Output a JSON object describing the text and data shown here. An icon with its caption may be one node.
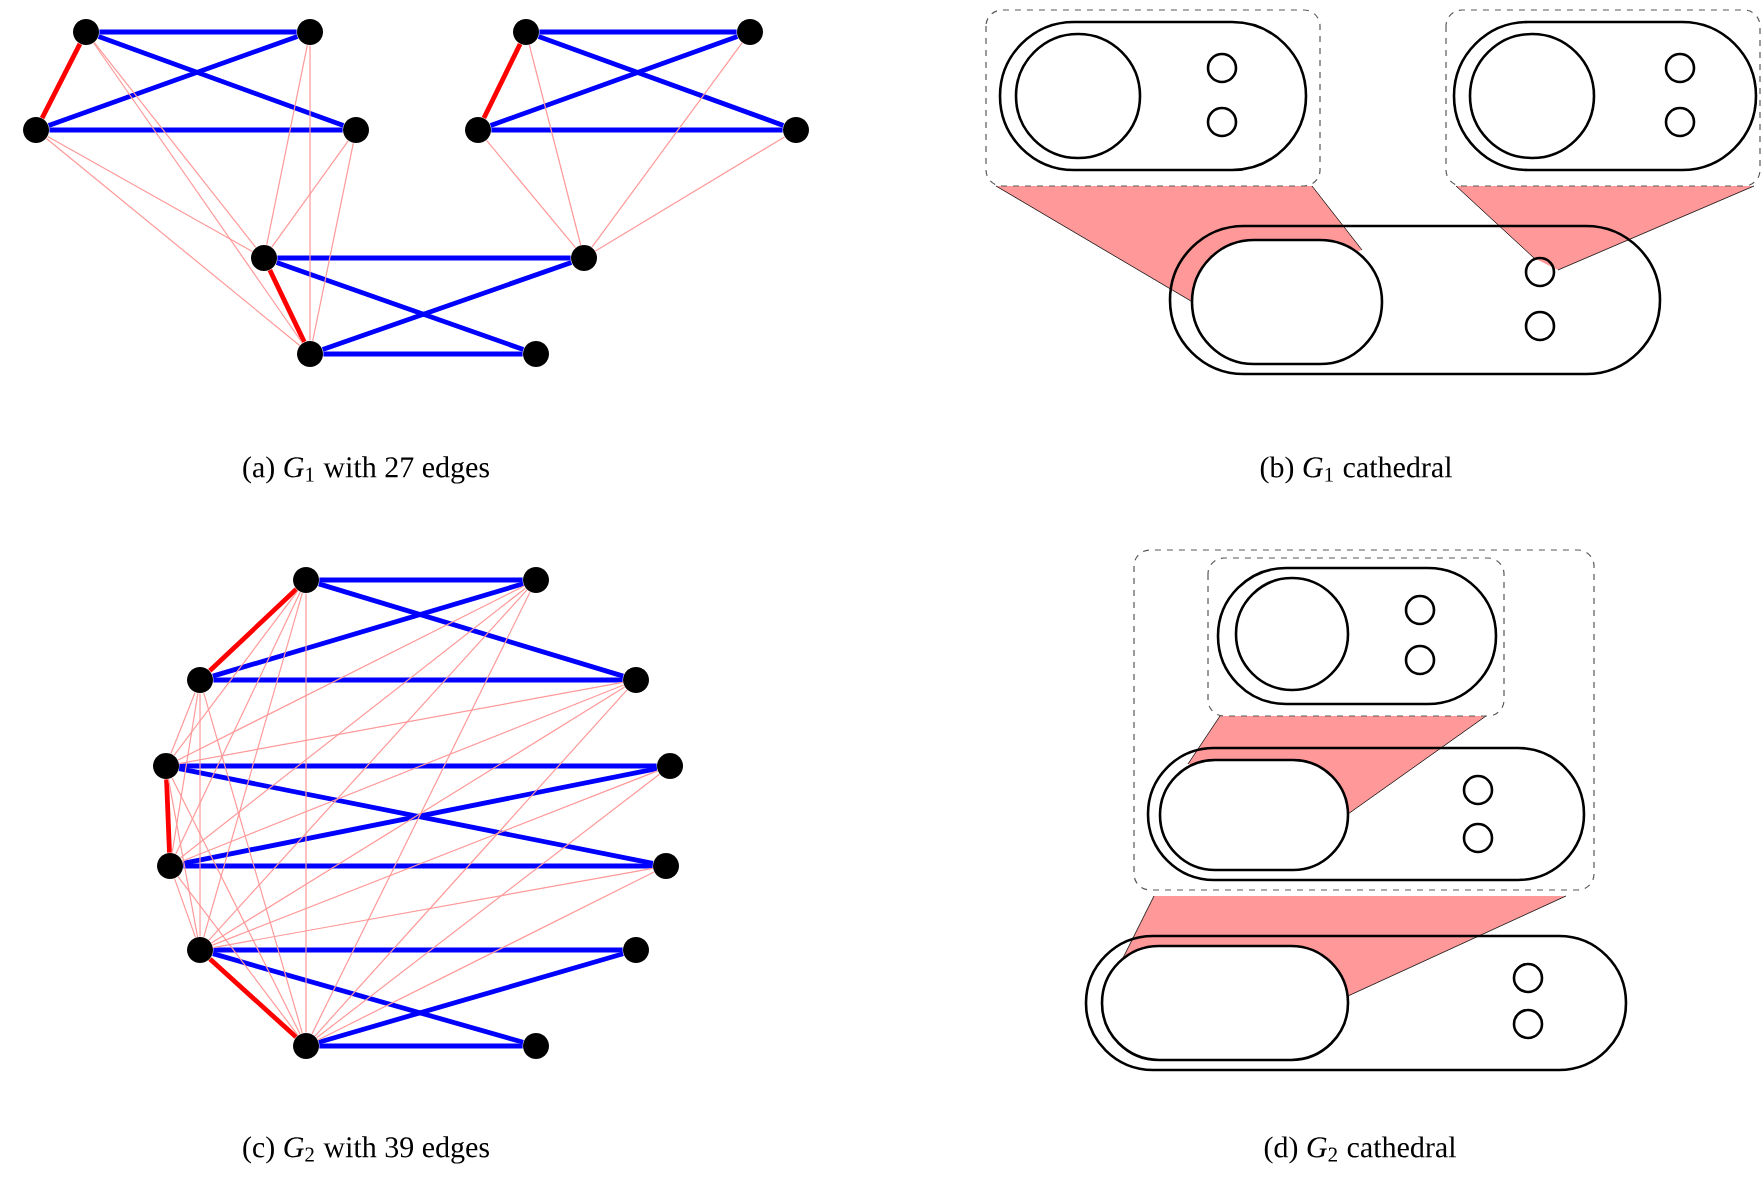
{
  "diagram": {
    "nodes": [
      {
        "text": [],
        "shape": "circle"
      },
      {
        "text": [],
        "shape": "circle"
      },
      {
        "text": [],
        "shape": "circle"
      },
      {
        "text": [],
        "shape": "circle"
      },
      {
        "text": [],
        "shape": "circle"
      },
      {
        "text": [],
        "shape": "circle"
      },
      {
        "text": [],
        "shape": "circle"
      },
      {
        "text": [],
        "shape": "circle"
      },
      {
        "text": [],
        "shape": "circle"
      },
      {
        "text": [],
        "shape": "circle"
      },
      {
        "text": [],
        "shape": "circle"
      },
      {
        "text": [],
        "shape": "circle"
      },
      {
        "text": [],
        "shape": "circle"
      },
      {
        "text": [],
        "shape": "circle"
      },
      {
        "text": [],
        "shape": "circle"
      },
      {
        "text": [],
        "shape": "circle"
      },
      {
        "text": [],
        "shape": "circle"
      },
      {
        "text": [],
        "shape": "circle"
      },
      {
        "text": [],
        "shape": "circle"
      },
      {
        "text": [],
        "shape": "circle"
      },
      {
        "text": [],
        "shape": "circle"
      },
      {
        "text": [],
        "shape": "circle"
      },
      {
        "text": [],
        "shape": "circle"
      },
      {
        "text": [],
        "shape": "circle"
      }
    ],
    "edges": [
      {
        "from": 0,
        "to": 1,
        "arrow": "none",
        "style": "thick",
        "color": "#0000ff"
      },
      {
        "from": 0,
        "to": 3,
        "arrow": "none",
        "style": "thick",
        "color": "#0000ff"
      },
      {
        "from": 2,
        "to": 1,
        "arrow": "none",
        "style": "thick",
        "color": "#0000ff"
      },
      {
        "from": 2,
        "to": 3,
        "arrow": "none",
        "style": "thick",
        "color": "#0000ff"
      },
      {
        "from": 0,
        "to": 2,
        "arrow": "none",
        "style": "thick",
        "color": "#ff0000"
      },
      {
        "from": 4,
        "to": 5,
        "arrow": "none",
        "style": "thick",
        "color": "#0000ff"
      },
      {
        "from": 4,
        "to": 7,
        "arrow": "none",
        "style": "thick",
        "color": "#0000ff"
      },
      {
        "from": 6,
        "to": 5,
        "arrow": "none",
        "style": "thick",
        "color": "#0000ff"
      },
      {
        "from": 6,
        "to": 7,
        "arrow": "none",
        "style": "thick",
        "color": "#0000ff"
      },
      {
        "from": 4,
        "to": 6,
        "arrow": "none",
        "style": "thick",
        "color": "#ff0000"
      },
      {
        "from": 8,
        "to": 9,
        "arrow": "none",
        "style": "thick",
        "color": "#0000ff"
      },
      {
        "from": 8,
        "to": 11,
        "arrow": "none",
        "style": "thick",
        "color": "#0000ff"
      },
      {
        "from": 10,
        "to": 9,
        "arrow": "none",
        "style": "thick",
        "color": "#0000ff"
      },
      {
        "from": 10,
        "to": 11,
        "arrow": "none",
        "style": "thick",
        "color": "#0000ff"
      },
      {
        "from": 8,
        "to": 10,
        "arrow": "none",
        "style": "thick",
        "color": "#ff0000"
      },
      {
        "from": 0,
        "to": 8,
        "arrow": "none"
      },
      {
        "from": 0,
        "to": 10,
        "arrow": "none"
      },
      {
        "from": 1,
        "to": 8,
        "arrow": "none"
      },
      {
        "from": 1,
        "to": 10,
        "arrow": "none"
      },
      {
        "from": 2,
        "to": 8,
        "arrow": "none"
      },
      {
        "from": 2,
        "to": 10,
        "arrow": "none"
      },
      {
        "from": 3,
        "to": 8,
        "arrow": "none"
      },
      {
        "from": 3,
        "to": 10,
        "arrow": "none"
      },
      {
        "from": 4,
        "to": 9,
        "arrow": "none"
      },
      {
        "from": 5,
        "to": 9,
        "arrow": "none"
      },
      {
        "from": 6,
        "to": 9,
        "arrow": "none"
      },
      {
        "from": 7,
        "to": 9,
        "arrow": "none"
      },
      {
        "from": 12,
        "to": 13,
        "arrow": "none",
        "style": "thick",
        "color": "#0000ff"
      },
      {
        "from": 12,
        "to": 15,
        "arrow": "none",
        "style": "thick",
        "color": "#0000ff"
      },
      {
        "from": 14,
        "to": 13,
        "arrow": "none",
        "style": "thick",
        "color": "#0000ff"
      },
      {
        "from": 14,
        "to": 15,
        "arrow": "none",
        "style": "thick",
        "color": "#0000ff"
      },
      {
        "from": 12,
        "to": 14,
        "arrow": "none",
        "style": "thick",
        "color": "#ff0000"
      },
      {
        "from": 16,
        "to": 17,
        "arrow": "none",
        "style": "thick",
        "color": "#0000ff"
      },
      {
        "from": 16,
        "to": 19,
        "arrow": "none",
        "style": "thick",
        "color": "#0000ff"
      },
      {
        "from": 18,
        "to": 17,
        "arrow": "none",
        "style": "thick",
        "color": "#0000ff"
      },
      {
        "from": 18,
        "to": 19,
        "arrow": "none",
        "style": "thick",
        "color": "#0000ff"
      },
      {
        "from": 16,
        "to": 18,
        "arrow": "none",
        "style": "thick",
        "color": "#ff0000"
      },
      {
        "from": 20,
        "to": 21,
        "arrow": "none",
        "style": "thick",
        "color": "#0000ff"
      },
      {
        "from": 20,
        "to": 23,
        "arrow": "none",
        "style": "thick",
        "color": "#0000ff"
      },
      {
        "from": 22,
        "to": 21,
        "arrow": "none",
        "style": "thick",
        "color": "#0000ff"
      },
      {
        "from": 22,
        "to": 23,
        "arrow": "none",
        "style": "thick",
        "color": "#0000ff"
      },
      {
        "from": 20,
        "to": 22,
        "arrow": "none",
        "style": "thick",
        "color": "#ff0000"
      },
      {
        "from": 16,
        "to": 12,
        "arrow": "none"
      },
      {
        "from": 16,
        "to": 13,
        "arrow": "none"
      },
      {
        "from": 16,
        "to": 14,
        "arrow": "none"
      },
      {
        "from": 16,
        "to": 15,
        "arrow": "none"
      },
      {
        "from": 18,
        "to": 12,
        "arrow": "none"
      },
      {
        "from": 18,
        "to": 13,
        "arrow": "none"
      },
      {
        "from": 18,
        "to": 14,
        "arrow": "none"
      },
      {
        "from": 18,
        "to": 15,
        "arrow": "none"
      },
      {
        "from": 20,
        "to": 12,
        "arrow": "none"
      },
      {
        "from": 20,
        "to": 13,
        "arrow": "none"
      },
      {
        "from": 20,
        "to": 14,
        "arrow": "none"
      },
      {
        "from": 20,
        "to": 15,
        "arrow": "none"
      },
      {
        "from": 20,
        "to": 16,
        "arrow": "none"
      },
      {
        "from": 20,
        "to": 17,
        "arrow": "none"
      },
      {
        "from": 20,
        "to": 18,
        "arrow": "none"
      },
      {
        "from": 20,
        "to": 19,
        "arrow": "none"
      },
      {
        "from": 22,
        "to": 12,
        "arrow": "none"
      },
      {
        "from": 22,
        "to": 13,
        "arrow": "none"
      },
      {
        "from": 22,
        "to": 14,
        "arrow": "none"
      },
      {
        "from": 22,
        "to": 15,
        "arrow": "none"
      },
      {
        "from": 22,
        "to": 16,
        "arrow": "none"
      },
      {
        "from": 22,
        "to": 17,
        "arrow": "none"
      },
      {
        "from": 22,
        "to": 18,
        "arrow": "none"
      },
      {
        "from": 22,
        "to": 19,
        "arrow": "none"
      }
    ],
    "labels": [
      "(a) *G*$_{1}$ with 27 edges",
      "(b) *G*$_{1}$ cathedral",
      "(c) *G*$_{2}$ with 39 edges",
      "(d) *G*$_{2}$ cathedral"
    ]
  }
}
